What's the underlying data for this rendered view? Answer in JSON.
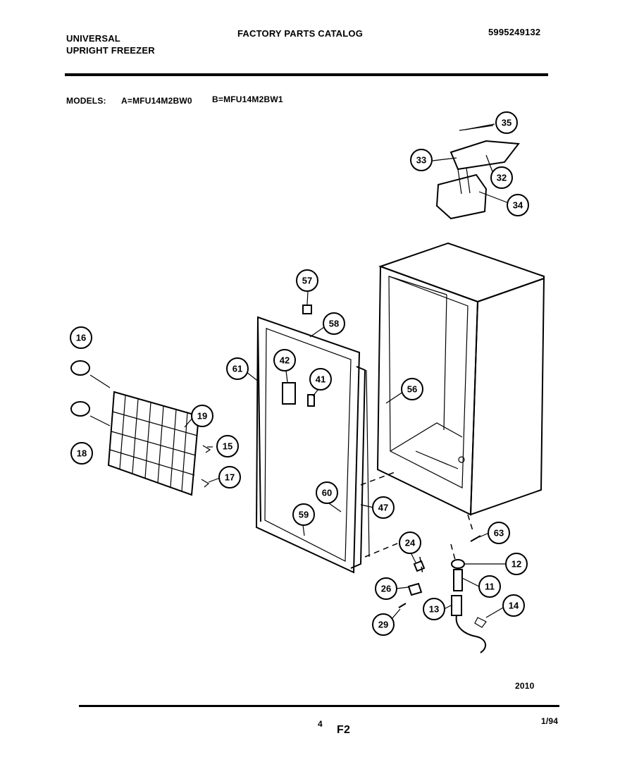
{
  "header": {
    "brand_line1": "UNIVERSAL",
    "brand_line2": "UPRIGHT FREEZER",
    "catalog_title": "FACTORY PARTS CATALOG",
    "catalog_number": "5995249132",
    "models_label": "MODELS:",
    "model_a": "A=MFU14M2BW0",
    "model_b": "B=MFU14M2BW1"
  },
  "footer": {
    "figure_code": "2010",
    "page_number": "4",
    "section": "F2",
    "date": "1/94"
  },
  "callouts": [
    "35",
    "33",
    "32",
    "34",
    "57",
    "58",
    "16",
    "61",
    "42",
    "41",
    "56",
    "19",
    "18",
    "15",
    "17",
    "60",
    "47",
    "59",
    "63",
    "24",
    "12",
    "26",
    "11",
    "13",
    "14",
    "29"
  ]
}
